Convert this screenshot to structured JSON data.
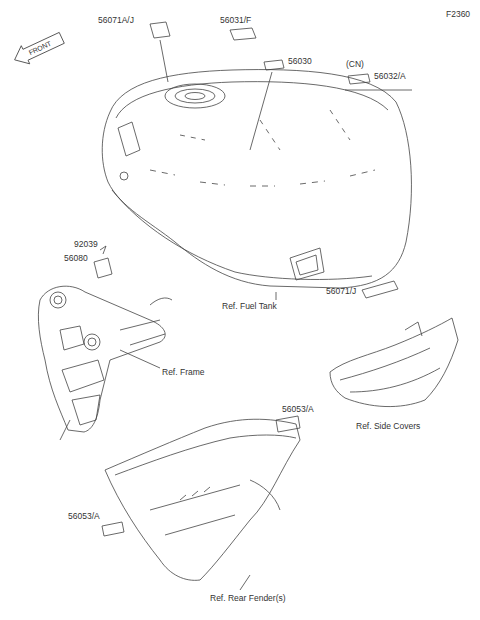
{
  "diagram": {
    "labels": [
      "F2360",
      "FRONT",
      "56071A/J",
      "56031/F",
      "56030",
      "(CN)",
      "56032/A",
      "Ref. Fuel Tank",
      "56071/J",
      "92039",
      "56080",
      "Ref. Frame",
      "Ref. Side Covers",
      "56053/A",
      "56053/A",
      "Ref. Rear Fender(s)"
    ]
  }
}
